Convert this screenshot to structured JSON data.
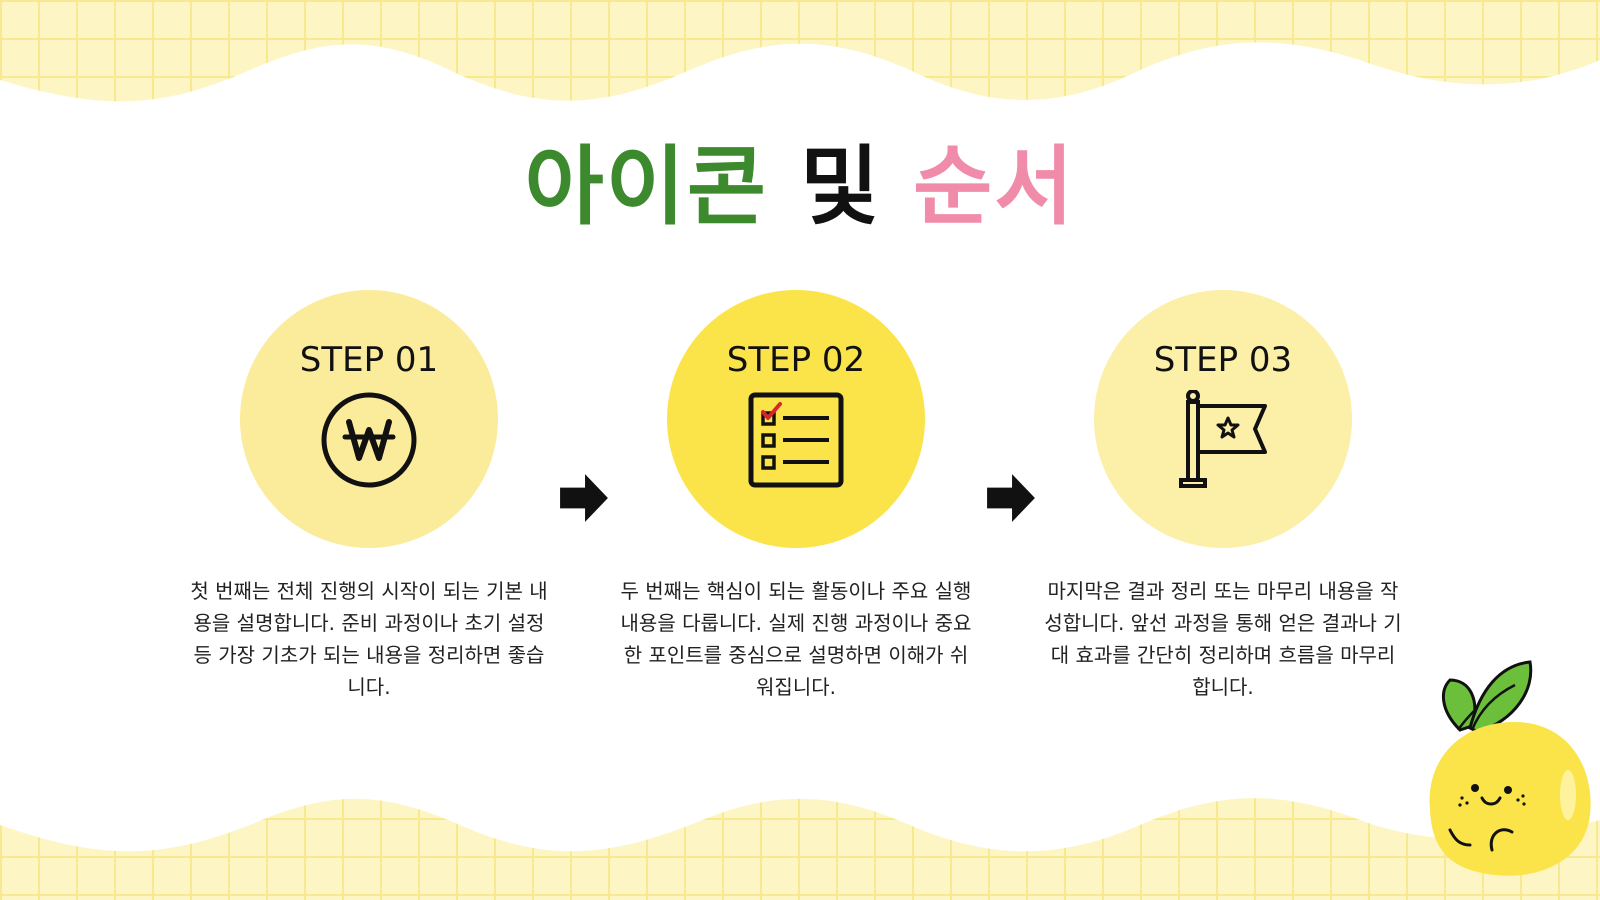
{
  "title": {
    "part1": "아이콘",
    "part2": "및",
    "part3": "순서"
  },
  "steps": [
    {
      "label": "STEP 01",
      "icon": "won-coin-icon",
      "circle_color": "#fbec9c",
      "description": "첫 번째는 전체 진행의 시작이 되는 기본 내용을 설명합니다. 준비 과정이나 초기 설정 등 가장 기초가 되는 내용을 정리하면 좋습니다."
    },
    {
      "label": "STEP 02",
      "icon": "checklist-icon",
      "circle_color": "#fbe44a",
      "description": "두 번째는 핵심이 되는 활동이나 주요 실행 내용을 다룹니다. 실제 진행 과정이나 중요한 포인트를 중심으로 설명하면 이해가 쉬워집니다."
    },
    {
      "label": "STEP 03",
      "icon": "flag-star-icon",
      "circle_color": "#fcefa8",
      "description": "마지막은 결과 정리 또는 마무리 내용을 작성합니다. 앞선 과정을 통해 얻은 결과나 기대 효과를 간단히 정리하며 흐름을 마무리합니다."
    }
  ],
  "colors": {
    "green": "#3d8a2e",
    "pink": "#f08caa",
    "yellow": "#fbe44a",
    "grid": "#fdf6c4"
  }
}
